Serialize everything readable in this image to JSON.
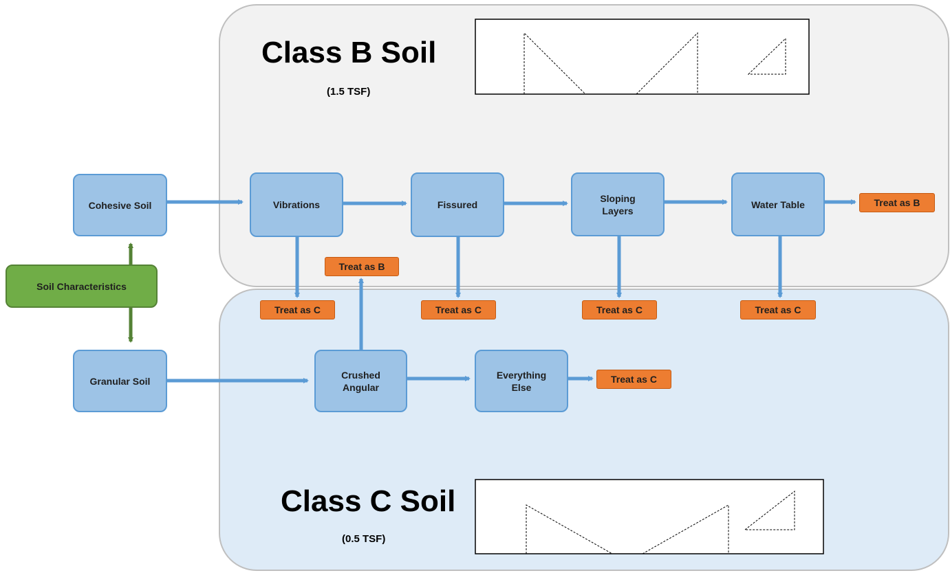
{
  "class_b": {
    "title": "Class B Soil",
    "pressure": "(1.5 TSF)"
  },
  "class_c": {
    "title": "Class C Soil",
    "pressure": "(0.5 TSF)"
  },
  "nodes": {
    "soil_characteristics": "Soil Characteristics",
    "cohesive_soil": "Cohesive Soil",
    "granular_soil": "Granular Soil",
    "vibrations": "Vibrations",
    "fissured": "Fissured",
    "sloping_layers": "Sloping Layers",
    "water_table": "Water Table",
    "crushed_angular": "Crushed Angular",
    "everything_else": "Everything Else"
  },
  "outcomes": {
    "treat_as_b": "Treat as B",
    "treat_as_c": "Treat as C"
  },
  "colors": {
    "class_b_region": "#f2f2f2",
    "class_c_region": "#deebf7",
    "node_fill": "#9dc3e6",
    "node_border": "#5b9bd5",
    "root_fill": "#70ad47",
    "outcome_fill": "#ed7d31",
    "arrow_blue": "#5b9bd5",
    "arrow_green": "#548235"
  }
}
